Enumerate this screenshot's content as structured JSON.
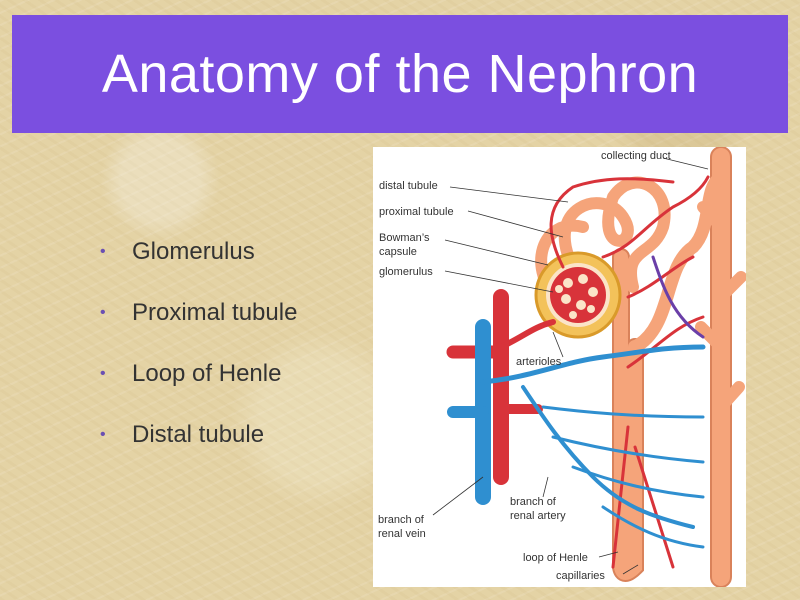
{
  "slide": {
    "title": "Anatomy of the Nephron",
    "bullets": [
      "Glomerulus",
      "Proximal tubule",
      "Loop of Henle",
      "Distal tubule"
    ]
  },
  "diagram": {
    "labels": {
      "collecting_duct": "collecting duct",
      "distal_tubule": "distal tubule",
      "proximal_tubule": "proximal tubule",
      "bowmans_capsule_line1": "Bowman’s",
      "bowmans_capsule_line2": "capsule",
      "glomerulus": "glomerulus",
      "arterioles": "arterioles",
      "branch_renal_artery_line1": "branch of",
      "branch_renal_artery_line2": "renal artery",
      "branch_renal_vein_line1": "branch of",
      "branch_renal_vein_line2": "renal vein",
      "loop_of_henle": "loop of Henle",
      "capillaries": "capillaries"
    },
    "colors": {
      "tubule": "#f5a47a",
      "artery": "#d8333a",
      "vein": "#2f8fd0",
      "capsule": "#f3c25a"
    }
  }
}
